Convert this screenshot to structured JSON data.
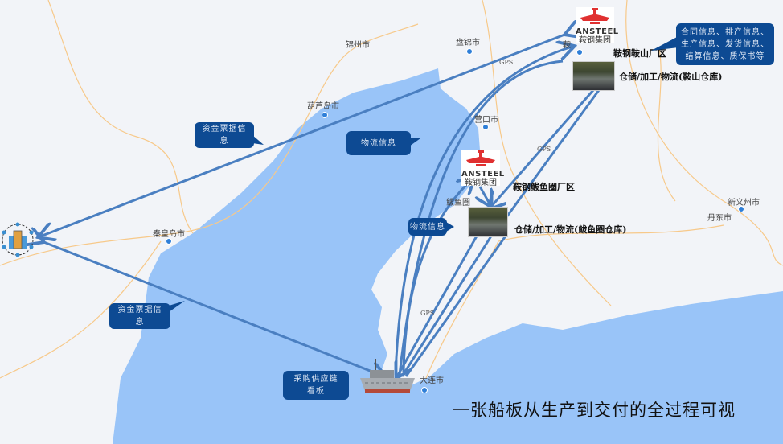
{
  "colors": {
    "sea": "#99c4f8",
    "land": "#f2f4f8",
    "arrow": "#4a7fc1",
    "callout": "#0d4a93",
    "road": "#f7c98a"
  },
  "cities": {
    "jinzhou": "锦州市",
    "panjin": "盘锦市",
    "huludao": "葫芦岛市",
    "yingkou": "营口市",
    "qinhuangdao": "秦皇岛市",
    "dandong": "丹东市",
    "sinuiju": "新义州市",
    "bayuquan": "鲅鱼圈",
    "dalian": "大连市",
    "anshan_partial": "鞍"
  },
  "gps": "GPS",
  "logo": {
    "en": "ANSTEEL",
    "cn": "鞍钢集团"
  },
  "sites": {
    "anshan_plant": "鞍钢鞍山厂区",
    "anshan_warehouse": "仓储/加工/物流(鞍山仓库)",
    "bayuquan_plant": "鞍钢鲅鱼圈厂区",
    "bayuquan_warehouse": "仓储/加工/物流(鲅鱼圈仓库)"
  },
  "callouts": {
    "info_line1": "合同信息、排产信息、",
    "info_line2": "生产信息、发货信息、",
    "info_line3": "结算信息、质保书等",
    "funds_top": "资金票据信息",
    "logistics_top": "物流信息",
    "logistics_mid": "物流信息",
    "funds_bottom": "资金票据信息",
    "procurement": "采购供应链看板"
  },
  "icons": {
    "company": "building-network-icon",
    "ship": "ship-icon"
  },
  "title": "一张船板从生产到交付的全过程可视"
}
